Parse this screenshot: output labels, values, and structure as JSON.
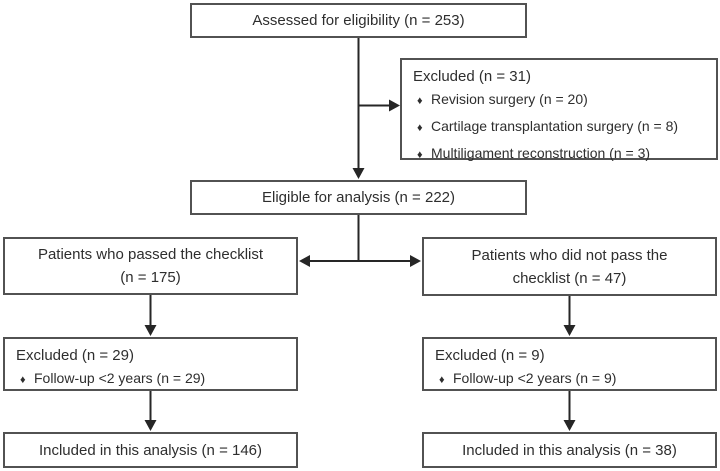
{
  "diagram": {
    "bullet_char": "♦",
    "boxes": {
      "assessed": {
        "label": "Assessed for eligibility (n = 253)"
      },
      "excluded_initial": {
        "title": "Excluded (n = 31)",
        "items": [
          "Revision surgery (n = 20)",
          "Cartilage transplantation surgery (n = 8)",
          "Multiligament reconstruction (n = 3)"
        ]
      },
      "eligible": {
        "label": "Eligible for analysis (n = 222)"
      },
      "passed": {
        "line1": "Patients who passed the checklist",
        "line2": "(n = 175)"
      },
      "not_passed": {
        "line1": "Patients who did not pass the",
        "line2": "checklist (n = 47)"
      },
      "excluded_passed": {
        "title": "Excluded (n = 29)",
        "items": [
          "Follow-up <2 years (n = 29)"
        ]
      },
      "excluded_not_passed": {
        "title": "Excluded (n = 9)",
        "items": [
          "Follow-up <2 years (n = 9)"
        ]
      },
      "included_passed": {
        "label": "Included in this analysis (n = 146)"
      },
      "included_not_passed": {
        "label": "Included in this analysis (n = 38)"
      }
    },
    "colors": {
      "border": "#525252",
      "arrow": "#262626",
      "text": "#2e2e2e",
      "background": "#ffffff"
    }
  }
}
